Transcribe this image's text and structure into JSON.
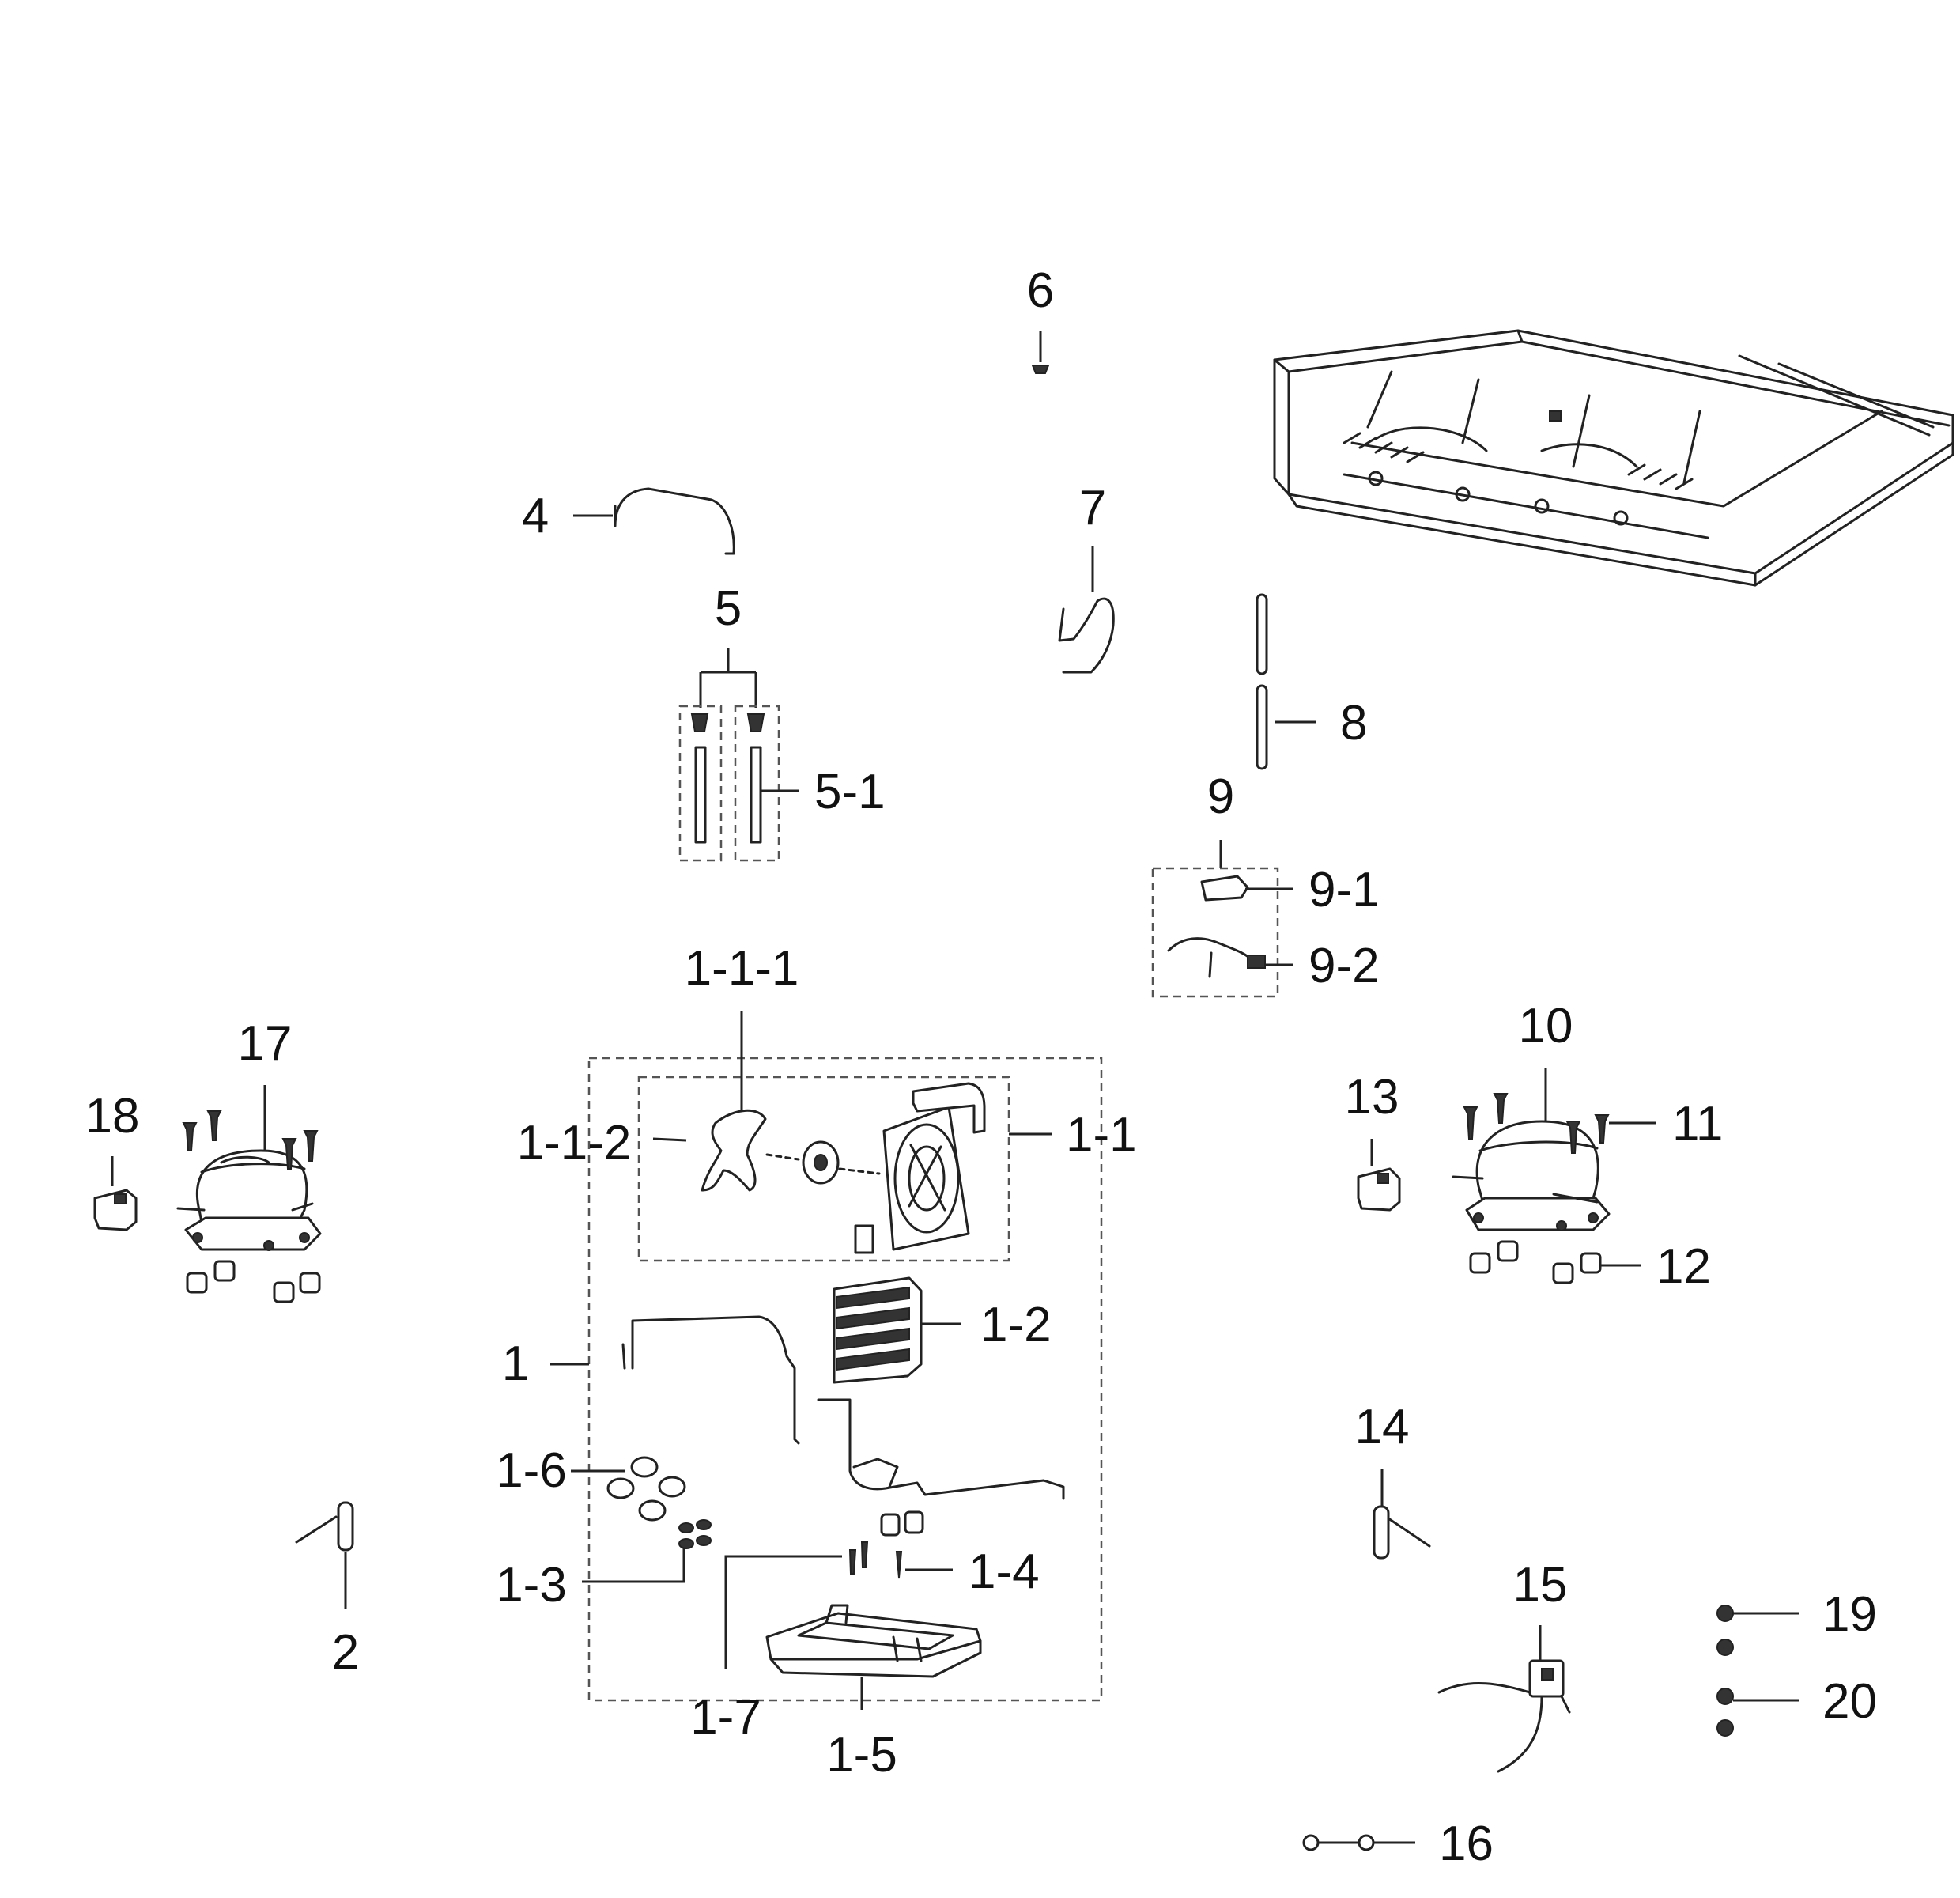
{
  "labels": {
    "p1": "1",
    "p1_1": "1-1",
    "p1_1_1": "1-1-1",
    "p1_1_2": "1-1-2",
    "p1_2": "1-2",
    "p1_3": "1-3",
    "p1_4": "1-4",
    "p1_5": "1-5",
    "p1_6": "1-6",
    "p1_7": "1-7",
    "p2": "2",
    "p4": "4",
    "p5": "5",
    "p5_1": "5-1",
    "p6": "6",
    "p7": "7",
    "p8": "8",
    "p9": "9",
    "p9_1": "9-1",
    "p9_2": "9-2",
    "p10": "10",
    "p11": "11",
    "p12": "12",
    "p13": "13",
    "p14": "14",
    "p15": "15",
    "p16": "16",
    "p17": "17",
    "p18": "18",
    "p19": "19",
    "p20": "20"
  }
}
